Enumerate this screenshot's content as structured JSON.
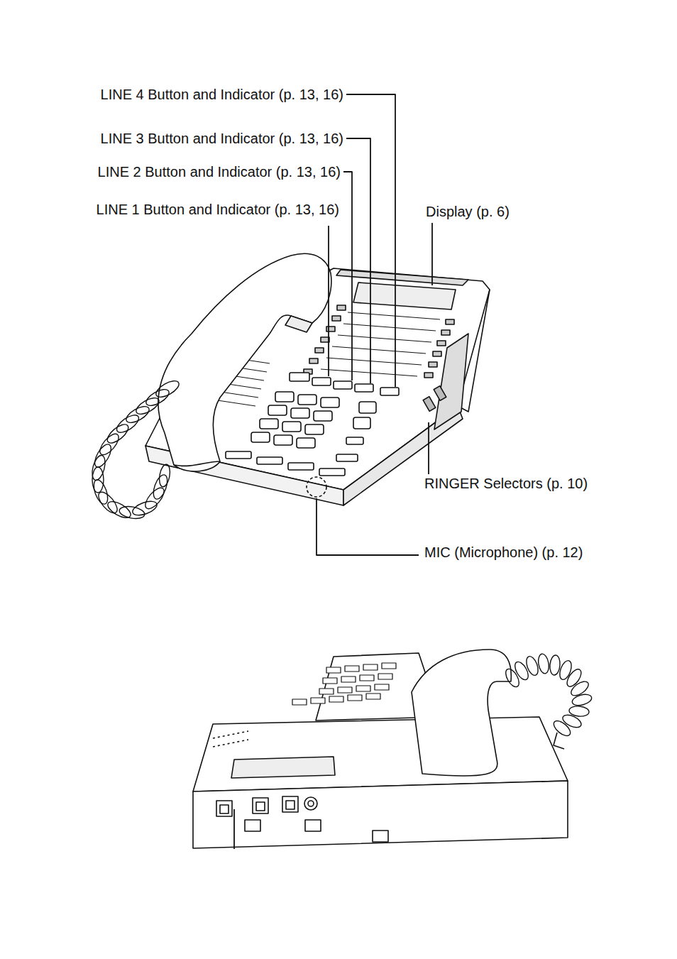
{
  "diagram": {
    "labels": [
      "LINE 4 Button and Indicator (p. 13, 16)",
      "LINE 3 Button and Indicator (p. 13, 16)",
      "LINE 2 Button and Indicator (p. 13, 16)",
      "LINE 1 Button and Indicator (p. 13, 16)",
      "Display (p. 6)",
      "RINGER Selectors (p. 10)",
      "MIC (Microphone) (p. 12)"
    ]
  }
}
